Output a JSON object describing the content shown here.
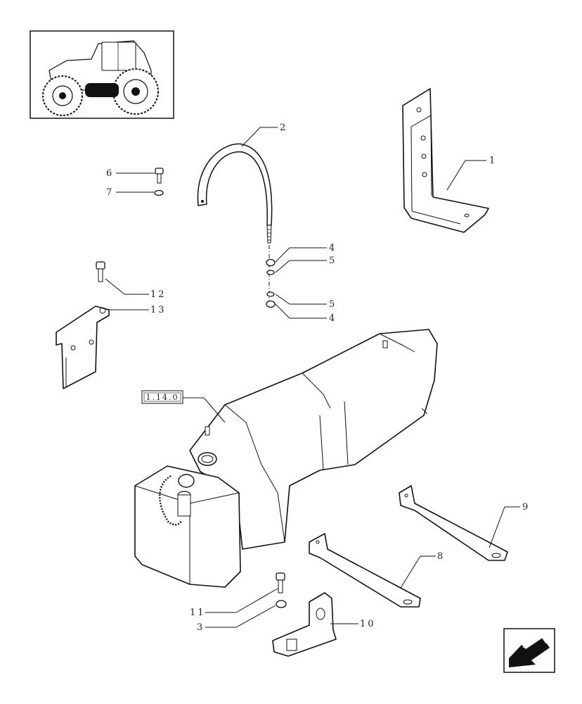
{
  "diagram": {
    "reference_box": "1.14.0",
    "callouts": [
      {
        "id": "c1",
        "text": "1"
      },
      {
        "id": "c2",
        "text": "2"
      },
      {
        "id": "c3",
        "text": "3"
      },
      {
        "id": "c4a",
        "text": "4"
      },
      {
        "id": "c4b",
        "text": "4"
      },
      {
        "id": "c5a",
        "text": "5"
      },
      {
        "id": "c5b",
        "text": "5"
      },
      {
        "id": "c6",
        "text": "6"
      },
      {
        "id": "c7",
        "text": "7"
      },
      {
        "id": "c8",
        "text": "8"
      },
      {
        "id": "c9",
        "text": "9"
      },
      {
        "id": "c10",
        "text": "10"
      },
      {
        "id": "c11",
        "text": "11"
      },
      {
        "id": "c12",
        "text": "12"
      },
      {
        "id": "c13",
        "text": "13"
      }
    ]
  },
  "icons": {
    "thumbnail": "tractor-thumbnail-icon",
    "nav": "back-arrow-icon"
  }
}
